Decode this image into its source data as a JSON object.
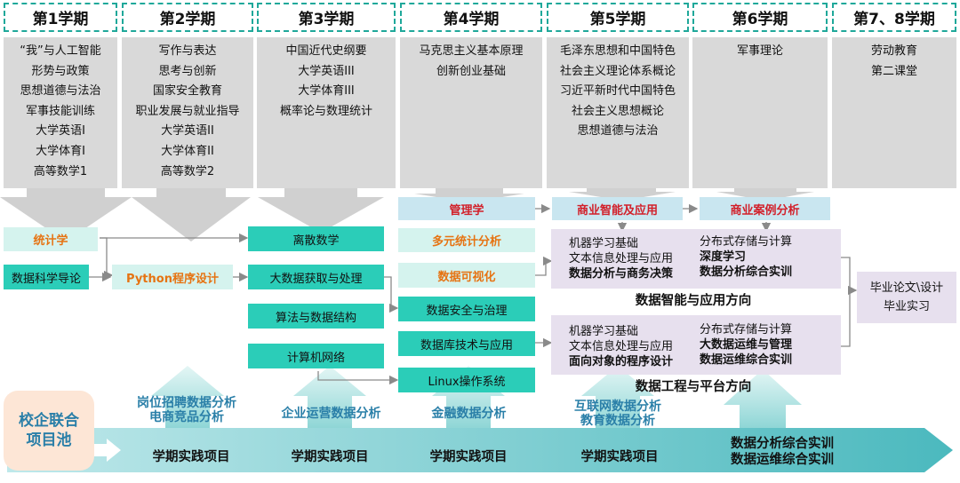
{
  "semesters": [
    "第1学期",
    "第2学期",
    "第3学期",
    "第4学期",
    "第5学期",
    "第6学期",
    "第7、8学期"
  ],
  "general_courses": [
    [
      "“我”与人工智能",
      "形势与政策",
      "思想道德与法治",
      "军事技能训练",
      "大学英语I",
      "大学体育I",
      "高等数学1"
    ],
    [
      "写作与表达",
      "思考与创新",
      "国家安全教育",
      "职业发展与就业指导",
      "大学英语II",
      "大学体育II",
      "高等数学2"
    ],
    [
      "中国近代史纲要",
      "大学英语III",
      "大学体育III",
      "概率论与数理统计"
    ],
    [
      "马克思主义基本原理",
      "创新创业基础"
    ],
    [
      "毛泽东思想和中国特色",
      "社会主义理论体系概论",
      "习近平新时代中国特色",
      "社会主义思想概论",
      "思想道德与法治"
    ],
    [
      "军事理论"
    ],
    [
      "劳动教育",
      "第二课堂"
    ]
  ],
  "core": {
    "stats": "统计学",
    "ds_intro": "数据科学导论",
    "python": "Python程序设计",
    "discrete": "离散数学",
    "bigdata": "大数据获取与处理",
    "algo": "算法与数据结构",
    "network": "计算机网络",
    "mgmt": "管理学",
    "multistat": "多元统计分析",
    "viz": "数据可视化",
    "security": "数据安全与治理",
    "database": "数据库技术与应用",
    "linux": "Linux操作系统",
    "bi": "商业智能及应用",
    "case": "商业案例分析"
  },
  "directions": {
    "intelligence": {
      "title": "数据智能与应用方向",
      "col_a": [
        "机器学习基础",
        "文本信息处理与应用",
        "数据分析与商务决策"
      ],
      "col_b": [
        "分布式存储与计算",
        "深度学习",
        "数据分析综合实训"
      ]
    },
    "engineering": {
      "title": "数据工程与平台方向",
      "col_a": [
        "机器学习基础",
        "文本信息处理与应用",
        "面向对象的程序设计"
      ],
      "col_b": [
        "分布式存储与计算",
        "大数据运维与管理",
        "数据运维综合实训"
      ]
    }
  },
  "final": [
    "毕业论文\\设计",
    "毕业实习"
  ],
  "pool": "校企联合\n项目池",
  "projects": [
    "岗位招聘数据分析\n电商竞品分析",
    "企业运营数据分析",
    "金融数据分析",
    "互联网数据分析\n教育数据分析"
  ],
  "band_labels": [
    "学期实践项目",
    "学期实践项目",
    "学期实践项目",
    "学期实践项目",
    "数据分析综合实训\n数据运维综合实训"
  ],
  "colors": {
    "teal": "#2bcdb8",
    "light_teal": "#d5f3ee",
    "light_blue": "#c9e6f0",
    "lavender": "#e7e0ee",
    "gray_box": "#d9d9d9",
    "orange_text": "#e67312",
    "red_text": "#d2202a",
    "band": "#5fc3c6"
  }
}
